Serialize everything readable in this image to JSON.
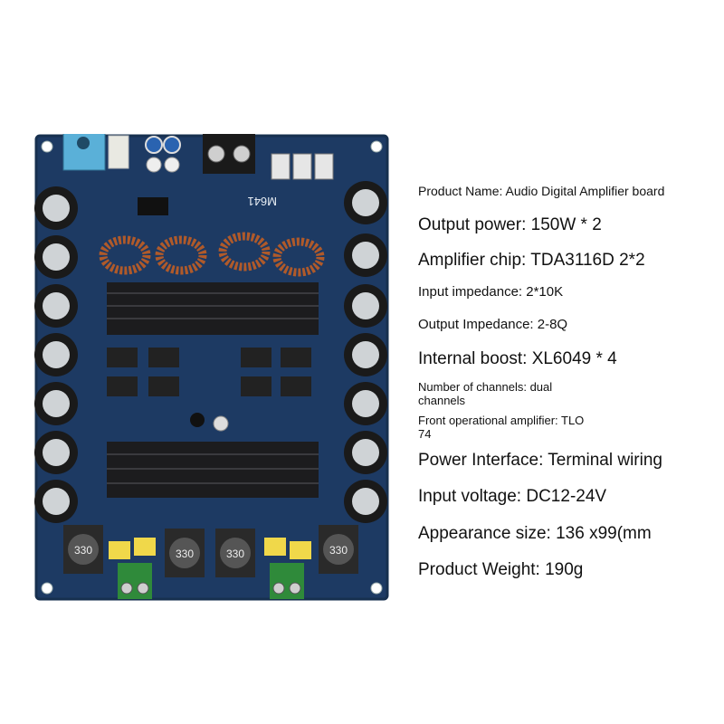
{
  "colors": {
    "pcb": "#1d3a63",
    "pcb_edge": "#17304f",
    "heatsink": "#1c1c1e",
    "capacitor": "#1a1a1a",
    "coil_copper": "#b05a2a",
    "terminal_green": "#2f8a3a",
    "cap_yellow": "#f0d84a",
    "jack_blue": "#5ab0d8"
  },
  "board": {
    "model_label": "M641",
    "inductor_label": "330"
  },
  "specs": [
    {
      "text": "Product Name: Audio Digital Amplifier board",
      "size": "small"
    },
    {
      "text": "Output power: 150W * 2",
      "size": "large"
    },
    {
      "text": "Amplifier chip: TDA3116D 2*2",
      "size": "large"
    },
    {
      "text": "Input impedance: 2*10K",
      "size": "medium"
    },
    {
      "text": "Output Impedance: 2-8Q",
      "size": "medium"
    },
    {
      "text": "Internal boost: XL6049 * 4",
      "size": "large"
    },
    {
      "text": "Number of channels: dual channels",
      "size": "tiny"
    },
    {
      "text": "Front operational amplifier: TLO 74",
      "size": "tiny"
    },
    {
      "text": "Power Interface: Terminal wiring",
      "size": "large"
    },
    {
      "text": "Input voltage: DC12-24V",
      "size": "large"
    },
    {
      "text": "Appearance size: 136 x99(mm",
      "size": "large"
    },
    {
      "text": "Product Weight: 190g",
      "size": "large"
    }
  ]
}
